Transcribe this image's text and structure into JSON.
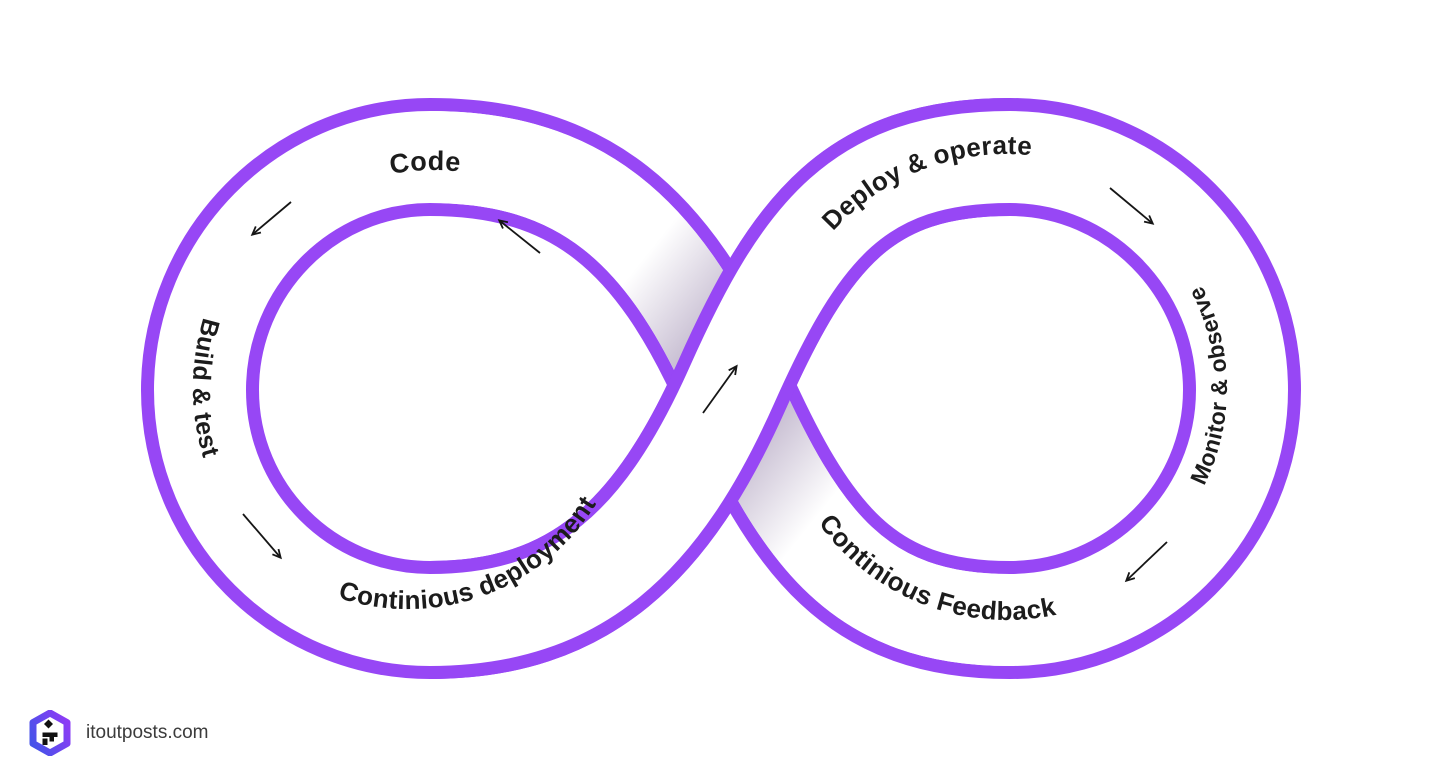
{
  "page": {
    "background": "#ffffff"
  },
  "diagram": {
    "type": "devops-infinity-loop",
    "band_color": "#9747F5",
    "under_shade_color": "#b7abc7",
    "text_color": "#1c1c1c",
    "arrow_color": "#161616",
    "stages": [
      {
        "id": "code",
        "label": "Code"
      },
      {
        "id": "build-test",
        "label": "Build & test"
      },
      {
        "id": "continuous-deployment",
        "label": "Continious deployment"
      },
      {
        "id": "deploy-operate",
        "label": "Deploy & operate"
      },
      {
        "id": "monitor-observe",
        "label": "Monitor & observe"
      },
      {
        "id": "continuous-feedback",
        "label": "Continious Feedback"
      }
    ],
    "flow_arrow_count": 6
  },
  "footer": {
    "website": "itoutposts.com",
    "logo": {
      "shape": "hexagon",
      "gradient_start": "#4553E9",
      "gradient_end": "#8C3CF5",
      "mark_color": "#111111"
    }
  }
}
